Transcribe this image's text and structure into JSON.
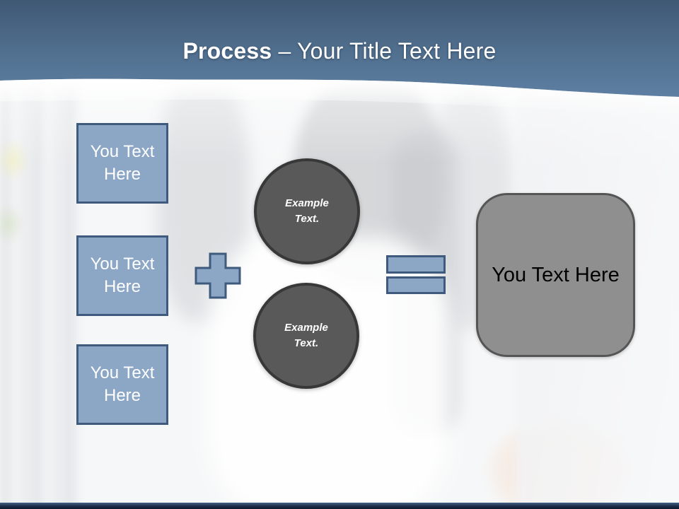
{
  "slide": {
    "title": {
      "emphasis": "Process",
      "remainder": " – Your Title Text Here"
    }
  },
  "diagram": {
    "input_boxes": [
      {
        "label": "You Text Here"
      },
      {
        "label": "You Text Here"
      },
      {
        "label": "You Text Here"
      }
    ],
    "example_circles": [
      {
        "label": "Example Text."
      },
      {
        "label": "Example Text."
      }
    ],
    "result_box": {
      "label": "You Text Here"
    },
    "operators": {
      "plus": "plus-shape",
      "equals": "equals-shape"
    }
  },
  "colors": {
    "header_top": "#3f5874",
    "header_bottom": "#5e7fa3",
    "accent_blue_fill": "#8ca6c5",
    "accent_blue_border": "#3e5a7d",
    "circle_fill": "#595959",
    "circle_border": "#383838",
    "result_fill": "#8f8f8f",
    "result_border": "#555555",
    "footer_bar": "#1c2c48",
    "title_text": "#ffffff",
    "circle_text": "#ffffff",
    "result_text": "#000000"
  }
}
